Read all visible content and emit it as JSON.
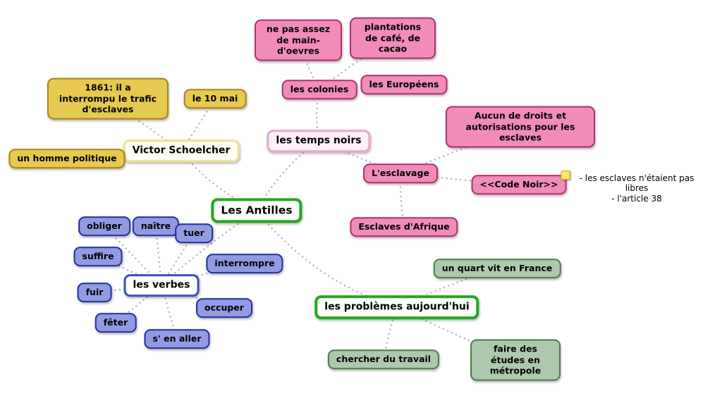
{
  "nodes": {
    "antilles": "Les Antilles",
    "temps_noirs": "les temps noirs",
    "colonies": "les colonies",
    "main_doevres": "ne pas assez de main-d'oevres",
    "plantations": "plantations de café, de cacao",
    "europeens": "les Européens",
    "esclavage": "L'esclavage",
    "aucun_droits": "Aucun de droits et autorisations pour les esclaves",
    "code_noir": "<<Code Noir>>",
    "esclaves_afrique": "Esclaves d'Afrique",
    "victor": "Victor Schoelcher",
    "v1861": "1861: il a interrompu le trafic d'esclaves",
    "le_10_mai": "le 10 mai",
    "homme_politique": "un homme politique",
    "verbes": "les verbes",
    "obliger": "obliger",
    "naitre": "naître",
    "tuer": "tuer",
    "suffire": "suffire",
    "interrompre": "interrompre",
    "fuir": "fuir",
    "occuper": "occuper",
    "feter": "fêter",
    "s_en_aller": "s' en aller",
    "problemes": "les problèmes aujourd'hui",
    "quart_france": "un quart vit en France",
    "chercher_travail": "chercher du travail",
    "etudes_metropole": "faire des études en métropole"
  },
  "annotation": {
    "line1": "- les esclaves n'étaient pas libres",
    "line2": "- l'article 38"
  },
  "colors": {
    "pink_fill": "#f18cb9",
    "pink_border": "#b03070",
    "gold_fill": "#e8c94f",
    "gold_border": "#a3851c",
    "blue_fill": "#929be2",
    "blue_border": "#20309f",
    "green_fill": "#adc9ad",
    "green_border": "#4a7d4a",
    "root_border": "#1eab1e",
    "temps_noirs_border": "#e9a8cc",
    "victor_border": "#ebe49a",
    "verbes_border": "#3a4ec0",
    "connector": "#bdbdbd"
  },
  "edges": [
    [
      "antilles",
      "temps_noirs"
    ],
    [
      "antilles",
      "victor"
    ],
    [
      "antilles",
      "verbes"
    ],
    [
      "antilles",
      "problemes"
    ],
    [
      "temps_noirs",
      "colonies"
    ],
    [
      "temps_noirs",
      "esclavage"
    ],
    [
      "colonies",
      "main_doevres"
    ],
    [
      "colonies",
      "plantations"
    ],
    [
      "colonies",
      "europeens"
    ],
    [
      "esclavage",
      "aucun_droits"
    ],
    [
      "esclavage",
      "code_noir"
    ],
    [
      "esclavage",
      "esclaves_afrique"
    ],
    [
      "victor",
      "v1861"
    ],
    [
      "victor",
      "le_10_mai"
    ],
    [
      "victor",
      "homme_politique"
    ],
    [
      "verbes",
      "obliger"
    ],
    [
      "verbes",
      "naitre"
    ],
    [
      "verbes",
      "tuer"
    ],
    [
      "verbes",
      "suffire"
    ],
    [
      "verbes",
      "interrompre"
    ],
    [
      "verbes",
      "fuir"
    ],
    [
      "verbes",
      "occuper"
    ],
    [
      "verbes",
      "feter"
    ],
    [
      "verbes",
      "s_en_aller"
    ],
    [
      "problemes",
      "quart_france"
    ],
    [
      "problemes",
      "chercher_travail"
    ],
    [
      "problemes",
      "etudes_metropole"
    ]
  ]
}
